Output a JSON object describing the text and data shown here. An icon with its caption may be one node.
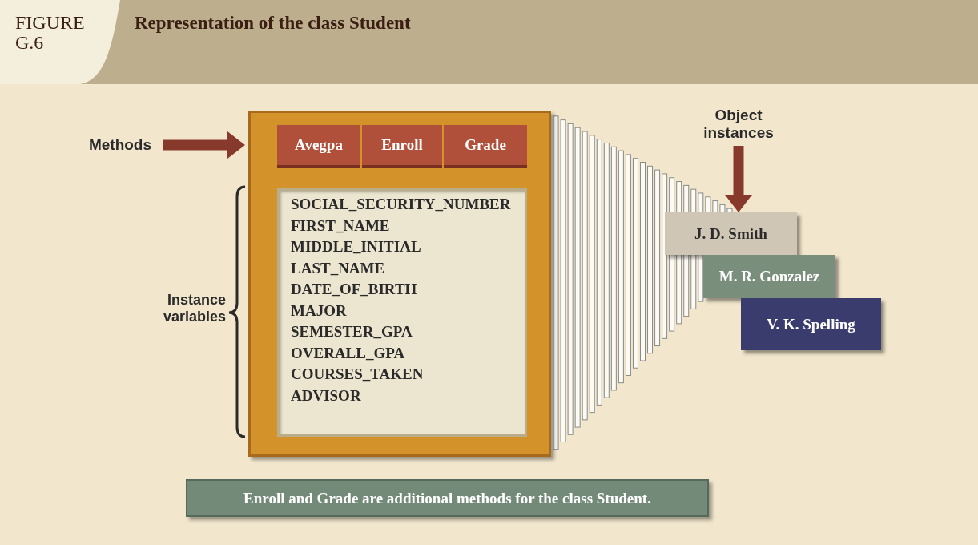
{
  "diagram": {
    "title": "Representation of the class Student",
    "nodes": [
      {
        "text": [
          "Methods"
        ]
      },
      {
        "text": [],
        "shape": "box"
      },
      {
        "text": [
          "Avegpa"
        ],
        "in": 1
      },
      {
        "text": [
          "Enroll"
        ],
        "in": 1
      },
      {
        "text": [
          "Grade"
        ],
        "in": 1
      },
      {
        "text": [
          "SOCIAL_SECURITY_NUMBER",
          "FIRST_NAME",
          "MIDDLE_INITIAL",
          "LAST_NAME",
          "DATE_OF_BIRTH",
          "MAJOR",
          "SEMESTER_GPA",
          "OVERALL_GPA",
          "COURSES_TAKEN",
          "ADVISOR"
        ],
        "in": 1
      },
      {
        "text": [
          "Object instances"
        ]
      },
      {
        "text": [
          "J. D. Smith"
        ]
      },
      {
        "text": [
          "M. R. Gonzalez"
        ]
      },
      {
        "text": [
          "V. K. Spelling"
        ]
      },
      {
        "text": [
          "Enroll and Grade are additional methods for the class Student."
        ]
      }
    ],
    "edges": [
      {
        "from": 0,
        "to": 1,
        "arrow": "to"
      },
      {
        "from": 6,
        "to": 7,
        "arrow": "to"
      }
    ],
    "labels": [
      "FIGURE G.6",
      "Instance variables"
    ]
  }
}
